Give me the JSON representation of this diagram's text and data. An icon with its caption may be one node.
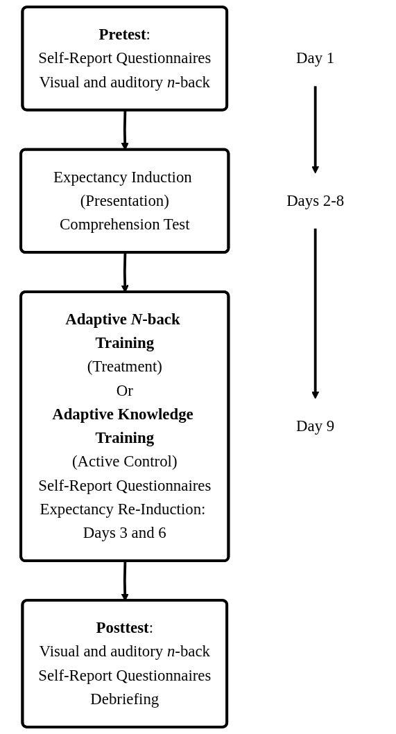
{
  "diagram": {
    "nodes": [
      {
        "text": [
          "Day 1"
        ]
      },
      {
        "text": [
          "**Pretest**:",
          "Self-Report Questionnaires",
          "Visual and auditory *n*-back"
        ]
      },
      {
        "text": [
          "Expectancy Induction (Presentation)",
          "Comprehension Test"
        ]
      },
      {
        "text": [
          "**Adaptive *N*-back Training**",
          "(Treatment)",
          "Or",
          "**Adaptive Knowledge Training**",
          "(Active Control)",
          "Self-Report Questionnaires",
          "Expectancy Re-Induction: Days 3 and 6"
        ]
      },
      {
        "text": [
          "Days 2-8"
        ]
      },
      {
        "text": [
          "**Posttest**:",
          "Visual and auditory *n*-back",
          "Self-Report Questionnaires",
          "Debriefing"
        ]
      },
      {
        "text": [
          "Day 9"
        ]
      }
    ],
    "edges": [
      {
        "from": 1,
        "to": 2,
        "arrow": "to"
      },
      {
        "from": 2,
        "to": 3,
        "arrow": "to"
      },
      {
        "from": 3,
        "to": 5,
        "arrow": "to"
      },
      {
        "from": 0,
        "to": 4,
        "arrow": "to"
      },
      {
        "from": 4,
        "to": 6,
        "arrow": "to"
      }
    ]
  }
}
